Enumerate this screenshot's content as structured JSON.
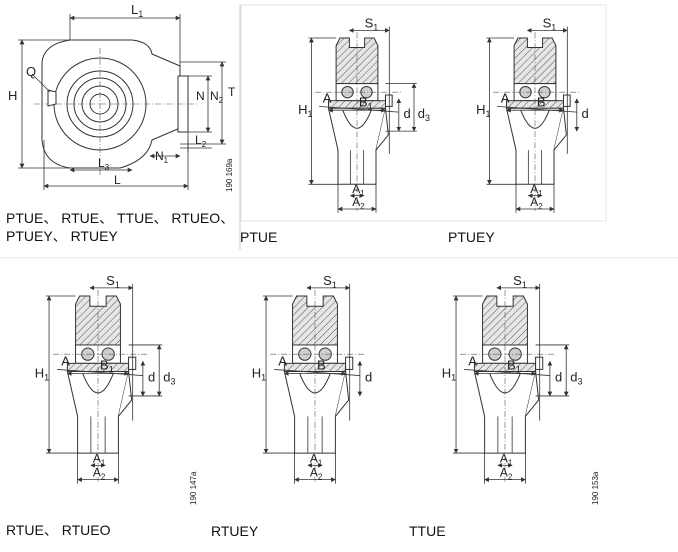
{
  "panels": {
    "top_left": {
      "caption": "PTUE、 RTUE、 TTUE、 RTUEO、\nPTUEY、 RTUEY",
      "code": "190 169a",
      "dims": {
        "L1": "L",
        "L1sub": "1",
        "Q": "Q",
        "H": "H",
        "N": "N",
        "N2": "N",
        "N2sub": "2",
        "T": "T",
        "L2": "L",
        "L2sub": "2",
        "N1": "N",
        "N1sub": "1",
        "L3": "L",
        "L3sub": "3",
        "L": "L"
      }
    },
    "top_mid": {
      "caption": "PTUE"
    },
    "top_right": {
      "caption": "PTUEY"
    },
    "bot_left": {
      "caption": "RTUE、 RTUEO",
      "code": "190 147a"
    },
    "bot_mid": {
      "caption": "RTUEY"
    },
    "bot_right": {
      "caption": "TTUE",
      "code": "190 153a"
    }
  },
  "labels": {
    "S": "S",
    "S_sub": "1",
    "H": "H",
    "H_sub": "1",
    "A": "A",
    "B": "B",
    "B_sub": "1",
    "d": "d",
    "d3": "d",
    "d3_sub": "3",
    "A1": "A",
    "A1_sub": "1",
    "A2": "A",
    "A2_sub": "2"
  }
}
